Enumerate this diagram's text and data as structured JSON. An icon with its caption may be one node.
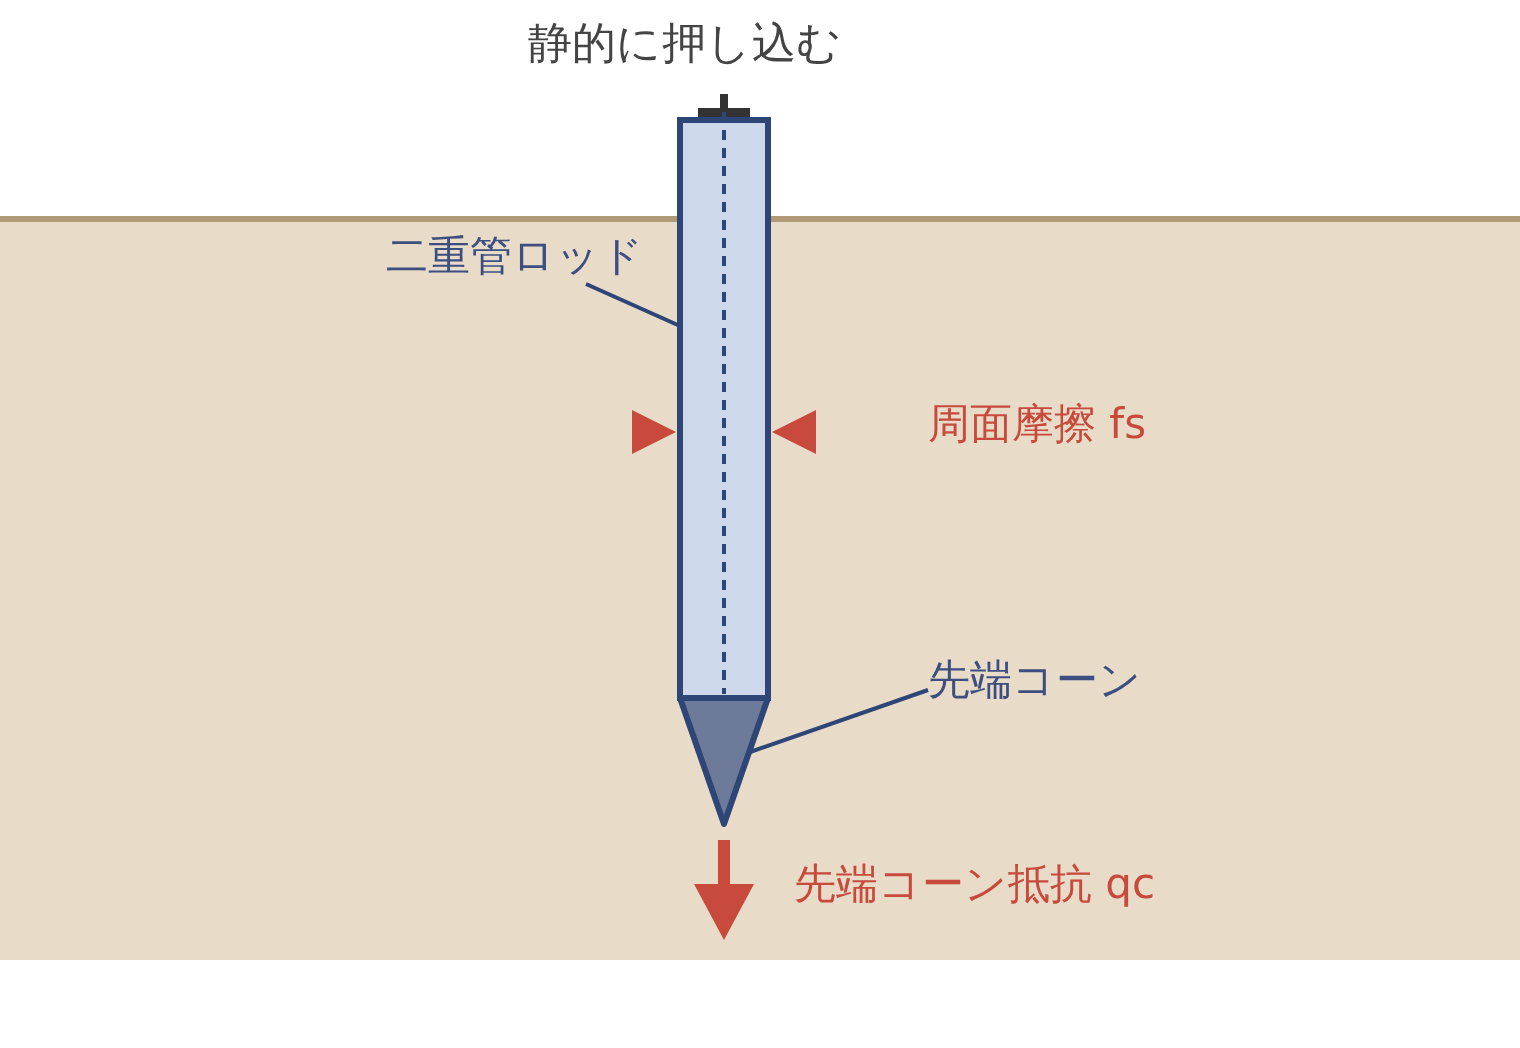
{
  "diagram": {
    "nodes": [
      {
        "text": [
          "二重管ロッド"
        ]
      },
      {
        "text": [],
        "shape": "bar"
      },
      {
        "text": [
          "先端コーン"
        ]
      },
      {
        "text": [],
        "shape": "triangle"
      }
    ],
    "edges": [
      {
        "from": 0,
        "to": 1,
        "arrow": "none"
      },
      {
        "from": 2,
        "to": 3,
        "arrow": "none"
      }
    ],
    "labels": [
      "静的に押し込む",
      "周面摩擦 fs",
      "先端コーン抵抗 qc"
    ]
  }
}
